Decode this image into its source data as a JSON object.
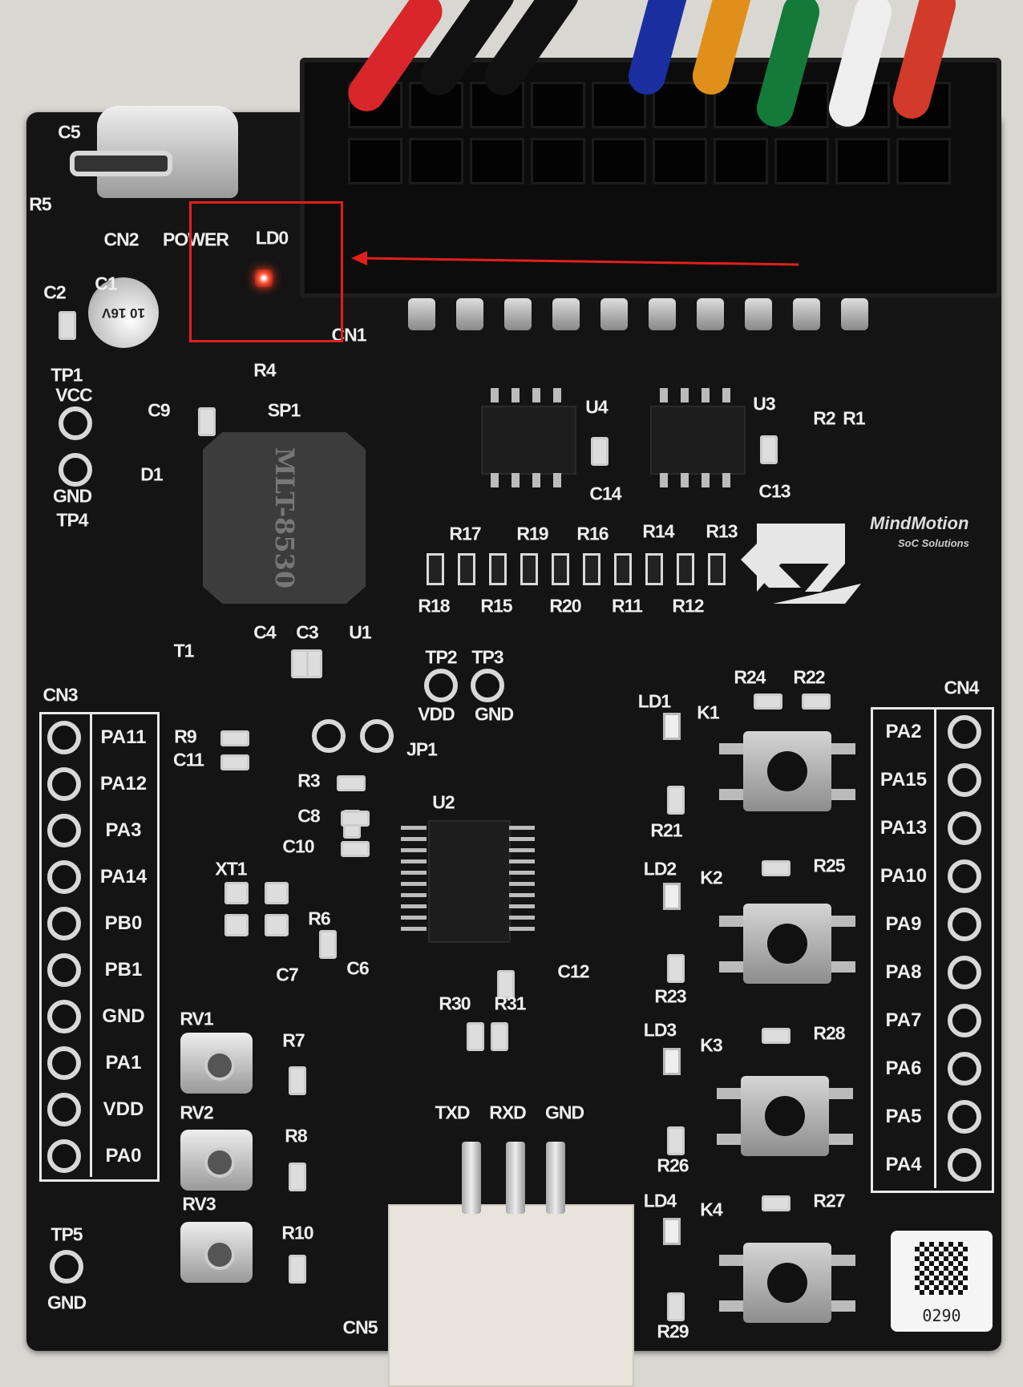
{
  "board": {
    "brand": "MindMotion",
    "brand_tagline": "SoC Solutions",
    "qr_label": "0290",
    "buzzer_marking": "MLT-8530",
    "capacitor_marking": "10 16V",
    "highlight_color": "#e0201c",
    "led_ld0_state": "on",
    "led_ld0_color": "#ff4020"
  },
  "labels": {
    "C5": "C5",
    "R5": "R5",
    "CN2": "CN2",
    "POWER": "POWER",
    "LD0": "LD0",
    "C2": "C2",
    "C1": "C1",
    "CN1": "CN1",
    "R4": "R4",
    "TP1": "TP1",
    "VCC": "VCC",
    "C9": "C9",
    "SP1": "SP1",
    "U4": "U4",
    "U3": "U3",
    "R2": "R2",
    "R1": "R1",
    "C14": "C14",
    "C13": "C13",
    "D1": "D1",
    "GND_TP4": "GND",
    "TP4": "TP4",
    "R17": "R17",
    "R19": "R19",
    "R16": "R16",
    "R14": "R14",
    "R13": "R13",
    "R18": "R18",
    "R15": "R15",
    "R20": "R20",
    "R11": "R11",
    "R12": "R12",
    "C4": "C4",
    "C3": "C3",
    "U1": "U1",
    "T1": "T1",
    "TP2": "TP2",
    "TP3": "TP3",
    "VDD_TP2": "VDD",
    "GND_TP3": "GND",
    "CN3": "CN3",
    "CN4": "CN4",
    "R24": "R24",
    "R22": "R22",
    "LD1": "LD1",
    "K1": "K1",
    "R9": "R9",
    "C11": "C11",
    "JP1": "JP1",
    "R3": "R3",
    "C8": "C8",
    "U2": "U2",
    "C10": "C10",
    "R21": "R21",
    "XT1": "XT1",
    "LD2": "LD2",
    "K2": "K2",
    "R25": "R25",
    "R6": "R6",
    "C6": "C6",
    "C7": "C7",
    "C12": "C12",
    "R23": "R23",
    "R30": "R30",
    "R31": "R31",
    "RV1": "RV1",
    "R7": "R7",
    "LD3": "LD3",
    "K3": "K3",
    "R28": "R28",
    "TXD": "TXD",
    "RXD": "RXD",
    "GND_CN5": "GND",
    "RV2": "RV2",
    "R8": "R8",
    "R26": "R26",
    "RV3": "RV3",
    "LD4": "LD4",
    "K4": "K4",
    "R27": "R27",
    "R10": "R10",
    "TP5": "TP5",
    "GND_TP5": "GND",
    "CN5": "CN5",
    "R29": "R29"
  },
  "cn3_pins": [
    "PA11",
    "PA12",
    "PA3",
    "PA14",
    "PB0",
    "PB1",
    "GND",
    "PA1",
    "VDD",
    "PA0"
  ],
  "cn4_pins": [
    "PA2",
    "PA15",
    "PA13",
    "PA10",
    "PA9",
    "PA8",
    "PA7",
    "PA6",
    "PA5",
    "PA4"
  ],
  "wire_colors": [
    "#d8262a",
    "#111111",
    "#111111",
    "#1c2fa0",
    "#e0901a",
    "#137a3a",
    "#eeeeee",
    "#d23a2a"
  ]
}
